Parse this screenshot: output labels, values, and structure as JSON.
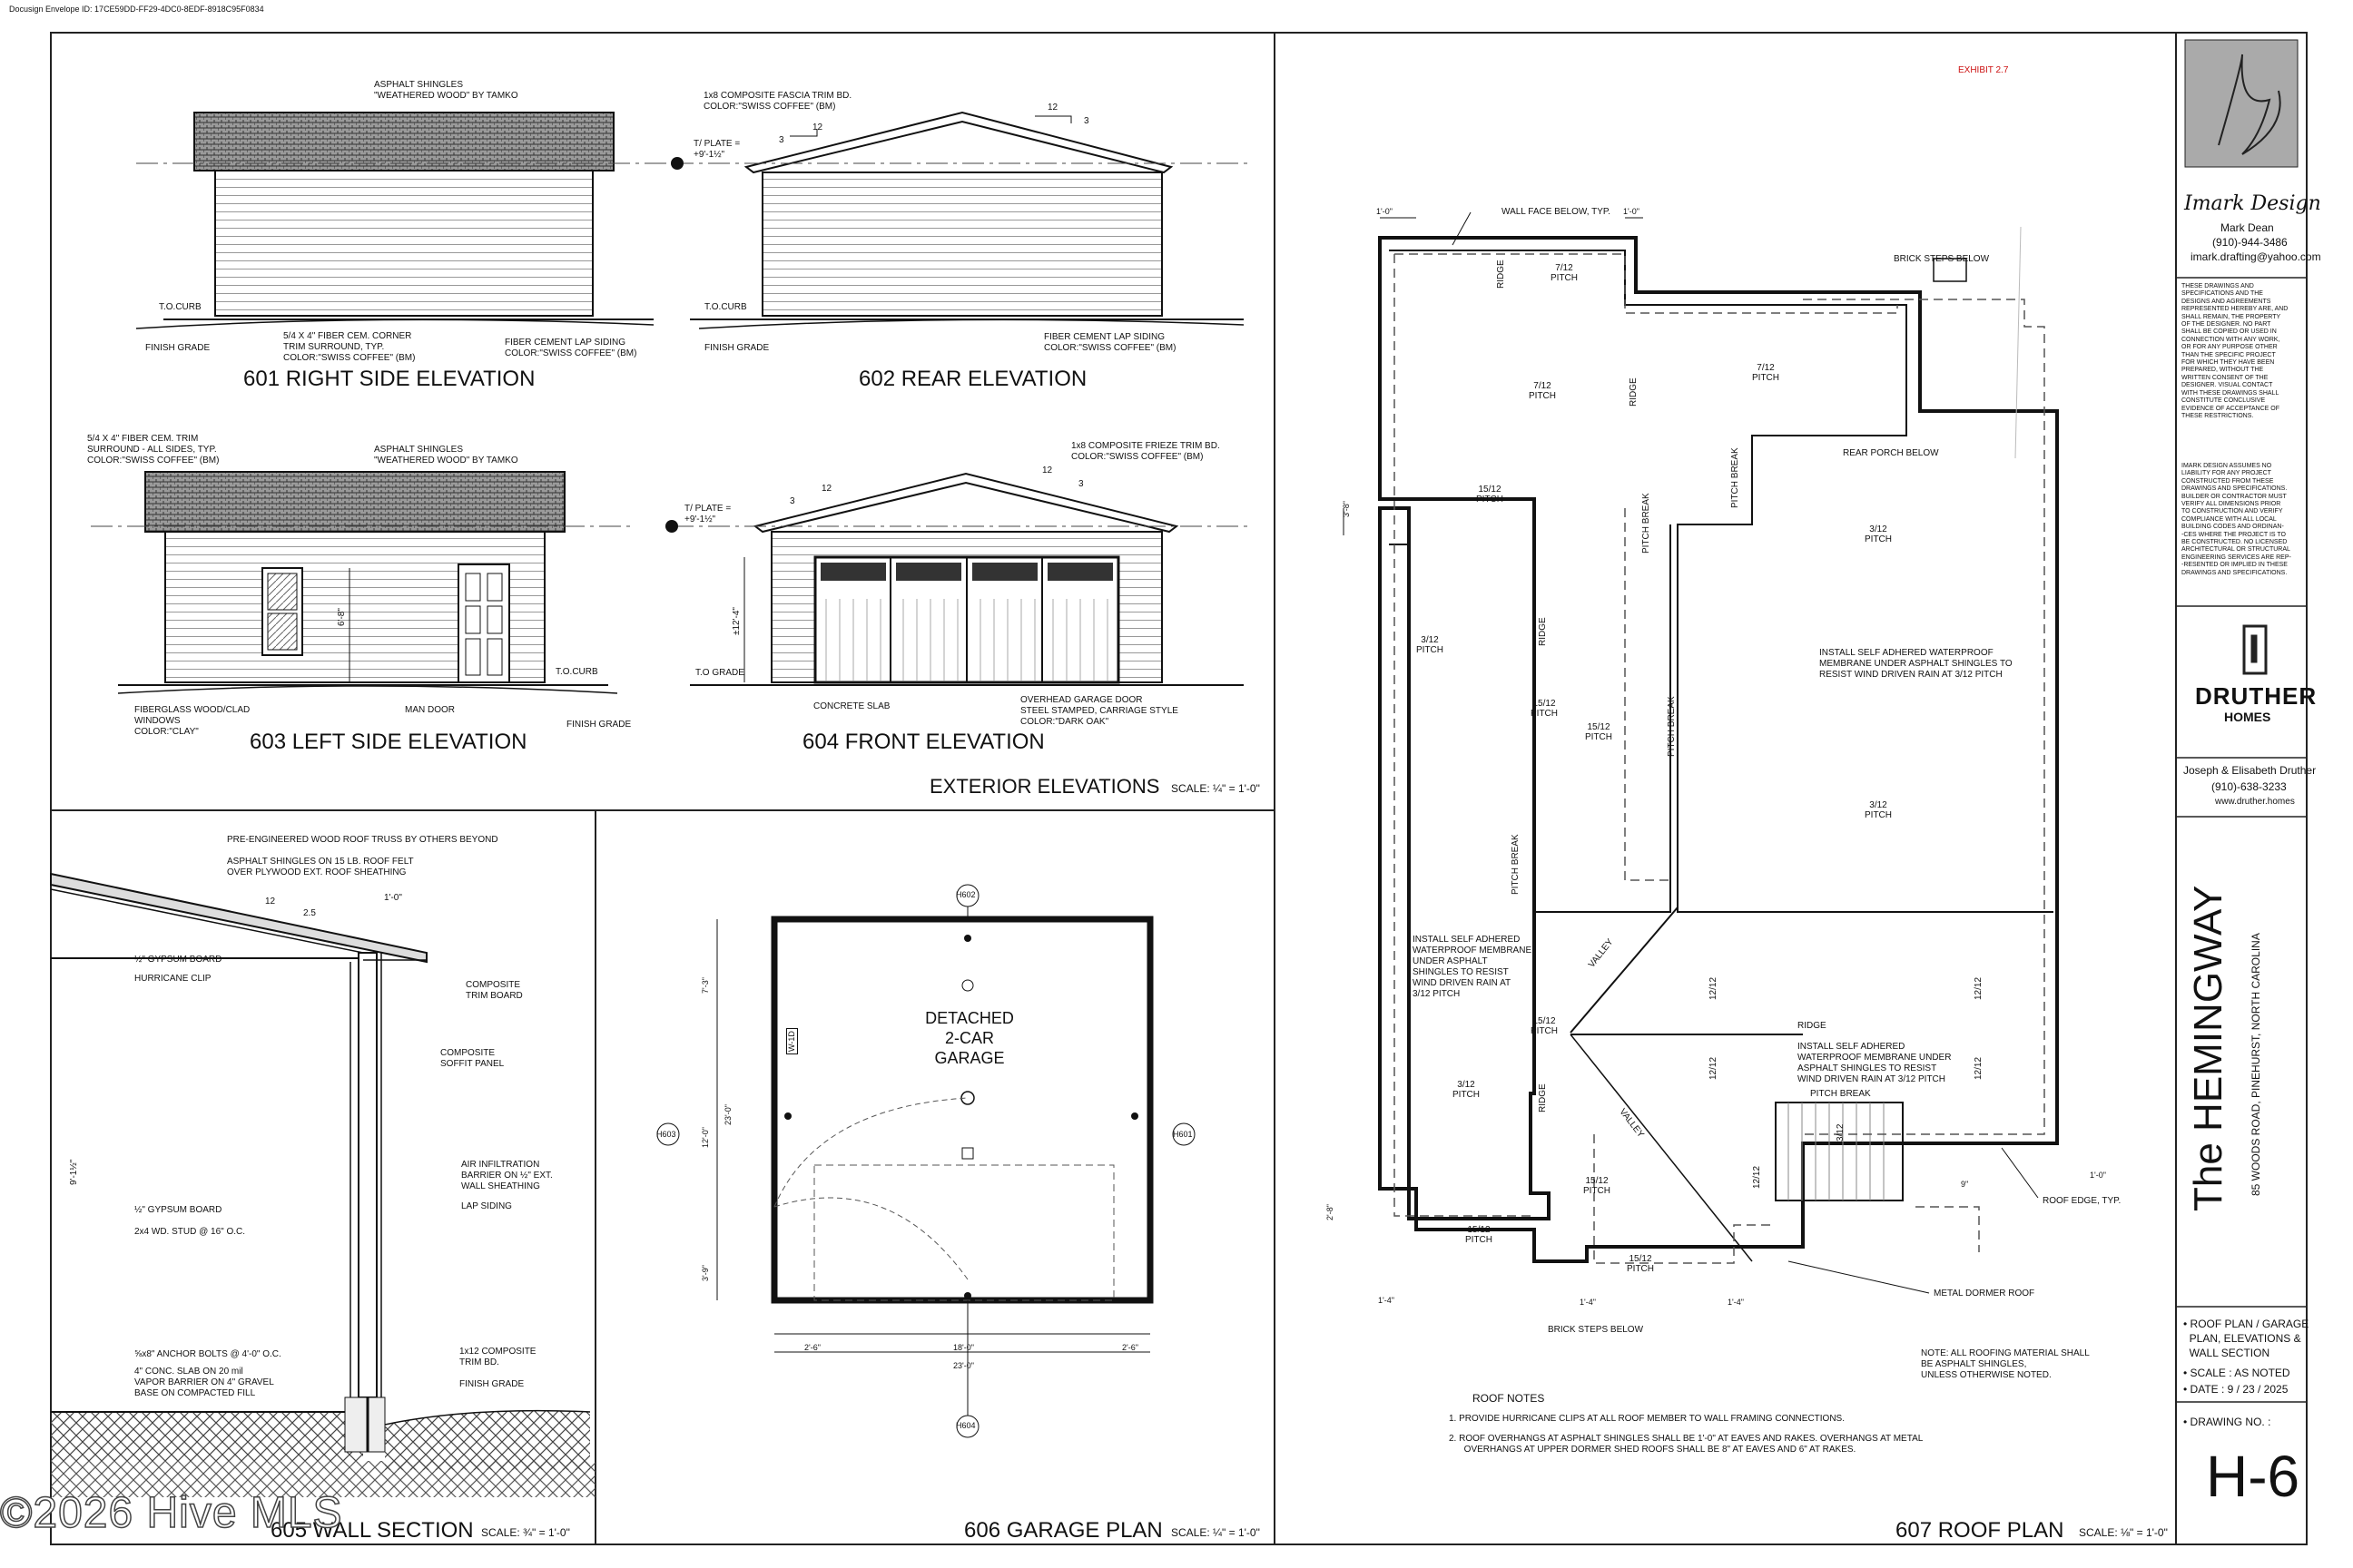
{
  "envelope_id": "Docusign Envelope ID: 17CE59DD-FF29-4DC0-8EDF-8918C95F0834",
  "exhibit": "EXHIBIT 2.7",
  "watermark": "©2026 Hive MLS",
  "elevations": {
    "e601": {
      "title": "601   RIGHT SIDE ELEVATION",
      "shingles": [
        "ASPHALT SHINGLES",
        "\"WEATHERED WOOD\" BY TAMKO"
      ],
      "trim": [
        "5/4 X 4\" FIBER CEM. CORNER",
        "TRIM SURROUND, TYP.",
        "COLOR:\"SWISS COFFEE\" (BM)"
      ],
      "siding": [
        "FIBER CEMENT LAP SIDING",
        "COLOR:\"SWISS COFFEE\" (BM)"
      ],
      "to_curb": "T.O.CURB",
      "grade": "FINISH GRADE"
    },
    "e602": {
      "title": "602   REAR ELEVATION",
      "fascia": [
        "1x8 COMPOSITE FASCIA TRIM BD.",
        "COLOR:\"SWISS COFFEE\" (BM)"
      ],
      "plate": [
        "T/ PLATE =",
        "+9'-1½\""
      ],
      "slope_run": "12",
      "slope_rise": "3",
      "siding": [
        "FIBER CEMENT LAP SIDING",
        "COLOR:\"SWISS COFFEE\" (BM)"
      ],
      "to_curb": "T.O.CURB",
      "grade": "FINISH GRADE"
    },
    "e603": {
      "title": "603   LEFT SIDE ELEVATION",
      "trim": [
        "5/4 X 4\" FIBER CEM. TRIM",
        "SURROUND - ALL SIDES, TYP.",
        "COLOR:\"SWISS COFFEE\" (BM)"
      ],
      "shingles": [
        "ASPHALT SHINGLES",
        "\"WEATHERED WOOD\" BY TAMKO"
      ],
      "height": "6'-8\"",
      "windows": [
        "FIBERGLASS WOOD/CLAD",
        "WINDOWS",
        "COLOR:\"CLAY\""
      ],
      "man_door": "MAN DOOR",
      "to_curb": "T.O.CURB",
      "grade": "FINISH GRADE"
    },
    "e604": {
      "title": "604   FRONT ELEVATION",
      "frieze": [
        "1x8 COMPOSITE FRIEZE TRIM BD.",
        "COLOR:\"SWISS COFFEE\" (BM)"
      ],
      "plate": [
        "T/ PLATE =",
        "+9'-1½\""
      ],
      "door_height": "±12'-4\"",
      "to_grade": "T.O GRADE",
      "slab": "CONCRETE SLAB",
      "door": [
        "OVERHEAD GARAGE DOOR",
        "STEEL STAMPED, CARRIAGE STYLE",
        "COLOR:\"DARK OAK\""
      ]
    },
    "group_title": "EXTERIOR ELEVATIONS",
    "scale": "SCALE: ¼\" = 1'-0\""
  },
  "wall_section": {
    "title": "605   WALL SECTION",
    "scale": "SCALE: ¾\" = 1'-0\"",
    "notes": [
      "PRE-ENGINEERED WOOD ROOF TRUSS BY OTHERS BEYOND",
      "ASPHALT SHINGLES ON 15 LB. ROOF FELT",
      "OVER PLYWOOD EXT. ROOF SHEATHING"
    ],
    "pitch_run": "12",
    "pitch_rise": "2.5",
    "overhang": "1'-0\"",
    "gypsum_top": "½\" GYPSUM BOARD",
    "hurricane": "HURRICANE CLIP",
    "composite_trim": [
      "COMPOSITE",
      "TRIM BOARD"
    ],
    "soffit": [
      "COMPOSITE",
      "SOFFIT PANEL"
    ],
    "air": [
      "AIR INFILTRATION",
      "BARRIER ON ½\" EXT.",
      "WALL SHEATHING"
    ],
    "lap": "LAP SIDING",
    "height": "9'-1½\"",
    "gypsum": "½\" GYPSUM BOARD",
    "stud": "2x4 WD. STUD @ 16\" O.C.",
    "anchor": "⅝x8\" ANCHOR BOLTS @ 4'-0\" O.C.",
    "slab": [
      "4\" CONC. SLAB ON 20 mil",
      "VAPOR BARRIER ON 4\" GRAVEL",
      "BASE ON COMPACTED FILL"
    ],
    "trim1x12": [
      "1x12 COMPOSITE",
      "TRIM BD."
    ],
    "grade": "FINISH GRADE"
  },
  "garage_plan": {
    "title": "606   GARAGE PLAN",
    "scale": "SCALE: ¼\" = 1'-0\"",
    "label": [
      "DETACHED",
      "2-CAR",
      "GARAGE"
    ],
    "tags": [
      "H602",
      "H603",
      "H601",
      "H604"
    ],
    "dims": {
      "top": "7'-3\"",
      "mid": "12'-0\"",
      "bot": "3'-9\"",
      "total_v": "23'-0\"",
      "left": "2'-6\"",
      "door": "18'-0\"",
      "right": "2'-6\"",
      "total_h": "23'-0\""
    },
    "window_tag": "W-1D"
  },
  "roof_plan": {
    "title": "607   ROOF PLAN",
    "scale": "SCALE: ⅛\" = 1'-0\"",
    "labels": {
      "wall_face": "WALL FACE BELOW, TYP.",
      "brick_top": "BRICK STEPS BELOW",
      "rear_porch": "REAR PORCH BELOW",
      "brick_bottom": "BRICK STEPS BELOW",
      "metal": "METAL DORMER ROOF",
      "roof_edge": "ROOF EDGE, TYP.",
      "membrane_big": [
        "INSTALL SELF ADHERED WATERPROOF",
        "MEMBRANE UNDER ASPHALT SHINGLES TO",
        "RESIST WIND DRIVEN RAIN AT 3/12 PITCH"
      ],
      "membrane_left": [
        "INSTALL SELF ADHERED",
        "WATERPROOF MEMBRANE",
        "UNDER ASPHALT",
        "SHINGLES TO RESIST",
        "WIND DRIVEN RAIN AT",
        "3/12 PITCH"
      ],
      "membrane_dormer": [
        "INSTALL SELF ADHERED",
        "WATERPROOF MEMBRANE UNDER",
        "ASPHALT SHINGLES TO RESIST",
        "WIND DRIVEN RAIN AT 3/12 PITCH"
      ],
      "ridge": "RIDGE",
      "pitch_break": "PITCH BREAK",
      "valley": "VALLEY",
      "pitch_word": "PITCH",
      "p7": "7/12",
      "p3": "3/12",
      "p15": "15/12",
      "p12": "12/12",
      "d1": "1'-0\"",
      "d3": "3'-8\"",
      "d2": "2'-8\"",
      "d14": "1'-4\"",
      "d9": "9\""
    },
    "note_block": [
      "NOTE:  ALL ROOFING MATERIAL SHALL",
      "BE ASPHALT SHINGLES,",
      "UNLESS OTHERWISE NOTED."
    ],
    "roof_notes_title": "ROOF NOTES",
    "roof_notes": [
      "1.   PROVIDE HURRICANE CLIPS AT ALL ROOF MEMBER TO WALL FRAMING CONNECTIONS.",
      "2.   ROOF OVERHANGS AT ASPHALT SHINGLES SHALL BE 1'-0\" AT EAVES AND RAKES. OVERHANGS AT METAL",
      "      OVERHANGS AT UPPER DORMER SHED ROOFS SHALL BE 8\" AT EAVES AND 6\" AT RAKES."
    ]
  },
  "title_block": {
    "designer": "Imark Design",
    "name": "Mark Dean",
    "phone": "(910)-944-3486",
    "email": "imark.drafting@yahoo.com",
    "legal1": [
      "THESE DRAWINGS AND",
      "SPECIFICATIONS AND THE",
      "DESIGNS AND AGREEMENTS",
      "REPRESENTED HEREBY ARE, AND",
      "SHALL REMAIN, THE PROPERTY",
      "OF THE DESIGNER. NO PART",
      "SHALL BE COPIED OR USED IN",
      "CONNECTION WITH ANY WORK,",
      "OR FOR ANY PURPOSE OTHER",
      "THAN THE SPECIFIC PROJECT",
      "FOR WHICH THEY HAVE BEEN",
      "PREPARED, WITHOUT THE",
      "WRITTEN CONSENT OF THE",
      "DESIGNER. VISUAL CONTACT",
      "WITH THESE DRAWINGS SHALL",
      "CONSTITUTE CONCLUSIVE",
      "EVIDENCE OF ACCEPTANCE OF",
      "THESE RESTRICTIONS."
    ],
    "legal2": [
      "IMARK DESIGN ASSUMES NO",
      "LIABILITY FOR ANY PROJECT",
      "CONSTRUCTED FROM THESE",
      "DRAWINGS AND SPECIFICATIONS.",
      "BUILDER OR CONTRACTOR MUST",
      "VERIFY ALL DIMENSIONS PRIOR",
      "TO CONSTRUCTION AND VERIFY",
      "COMPLIANCE WITH ALL LOCAL",
      "BUILDING CODES AND ORDINAN-",
      "-CES WHERE THE PROJECT IS TO",
      "BE CONSTRUCTED. NO LICENSED",
      "ARCHITECTURAL OR STRUCTURAL",
      "ENGINEERING SERVICES ARE REP-",
      "-RESENTED OR IMPLIED IN THESE",
      "DRAWINGS AND SPECIFICATIONS."
    ],
    "brand": "DRUTHER",
    "brand_sub": "HOMES",
    "client": "Joseph & Elisabeth Druther",
    "client_phone": "(910)-638-3233",
    "client_web": "www.druther.homes",
    "project": "The HEMINGWAY",
    "address": "85 WOODS ROAD, PINEHURST, NORTH CAROLINA",
    "sheet_desc": [
      "• ROOF PLAN / GARAGE",
      "  PLAN, ELEVATIONS &",
      "  WALL SECTION"
    ],
    "scale": "• SCALE :  AS NOTED",
    "date": "• DATE :   9 / 23 / 2025",
    "drawing_no_label": "• DRAWING NO. :",
    "drawing_no": "H-6"
  },
  "colors": {
    "exhibit": "#cc1111",
    "ink": "#111111",
    "shingle": "#555555"
  }
}
